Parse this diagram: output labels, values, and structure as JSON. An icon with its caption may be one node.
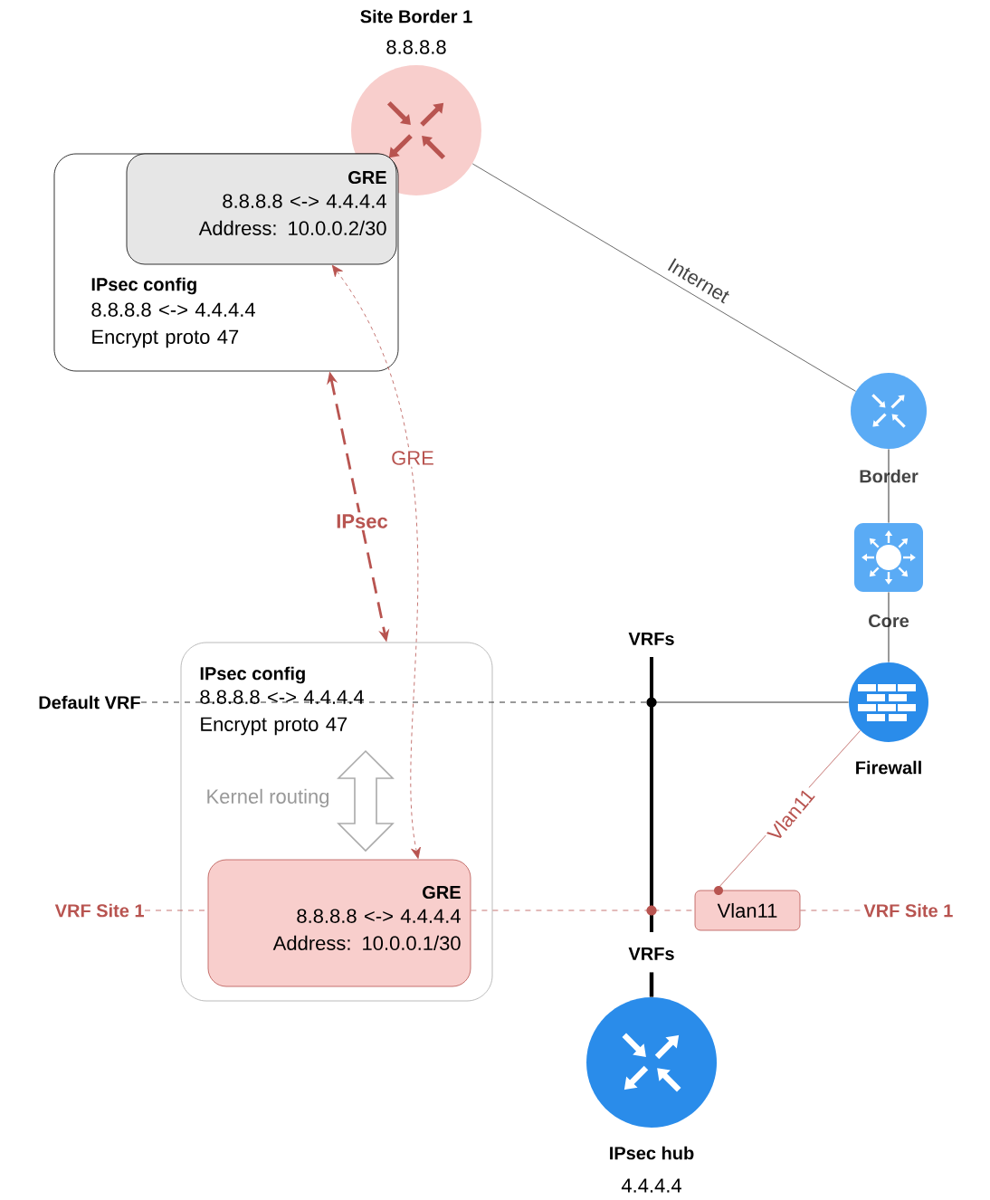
{
  "diagram": {
    "nodes": [
      {
        "text": [
          "Site Border 1",
          "8.8.8.8"
        ]
      },
      {
        "text": [
          "IPsec config",
          "8.8.8.8 <-> 4.4.4.4 Encrypt proto 47"
        ]
      },
      {
        "text": [
          "GRE",
          "8.8.8.8 <-> 4.4.4.4 Address: 10.0.0.2/30"
        ],
        "in": 1
      },
      {
        "text": [
          "Border"
        ]
      },
      {
        "text": [
          "Core"
        ]
      },
      {
        "text": [
          "Firewall"
        ]
      },
      {
        "text": [
          "IPsec config",
          "8.8.8.8 <-> 4.4.4.4 Encrypt proto 47"
        ]
      },
      {
        "text": [
          "GRE",
          "8.8.8.8 <-> 4.4.4.4 Address: 10.0.0.1/30"
        ],
        "in": 6
      },
      {
        "text": [
          "Vlan11"
        ]
      },
      {
        "text": [
          "VRFs",
          "VRFs"
        ]
      },
      {
        "text": [
          "IPsec hub",
          "4.4.4.4"
        ]
      },
      {
        "text": [
          "Default VRF"
        ]
      },
      {
        "text": [
          "VRF Site 1"
        ]
      },
      {
        "text": [
          "VRF Site 1"
        ]
      }
    ],
    "edges": [
      {
        "from": 0,
        "to": 3,
        "arrow": "none",
        "label": "Internet",
        "color": "#444444"
      },
      {
        "from": 3,
        "to": 4,
        "arrow": "none",
        "color": "#000000"
      },
      {
        "from": 4,
        "to": 5,
        "arrow": "none",
        "color": "#000000"
      },
      {
        "from": 5,
        "to": 9,
        "arrow": "none",
        "color": "#000000"
      },
      {
        "from": 11,
        "to": 9,
        "arrow": "none",
        "style": "dashed",
        "color": "#000000"
      },
      {
        "from": 5,
        "to": 8,
        "arrow": "none",
        "label": "Vlan11"
      },
      {
        "from": 12,
        "to": 7,
        "arrow": "none",
        "style": "dashed"
      },
      {
        "from": 7,
        "to": 9,
        "arrow": "none",
        "style": "dashed"
      },
      {
        "from": 9,
        "to": 8,
        "arrow": "none",
        "style": "dashed"
      },
      {
        "from": 8,
        "to": 13,
        "arrow": "none",
        "style": "dashed"
      },
      {
        "from": 9,
        "to": 10,
        "arrow": "none",
        "style": "thick",
        "color": "#000000"
      },
      {
        "from": 1,
        "to": 6,
        "arrow": "both",
        "label": "IPsec",
        "style": "dashed"
      },
      {
        "from": 2,
        "to": 7,
        "arrow": "both",
        "label": "GRE",
        "style": "dashed"
      }
    ],
    "labels": [
      "Kernel routing"
    ]
  }
}
